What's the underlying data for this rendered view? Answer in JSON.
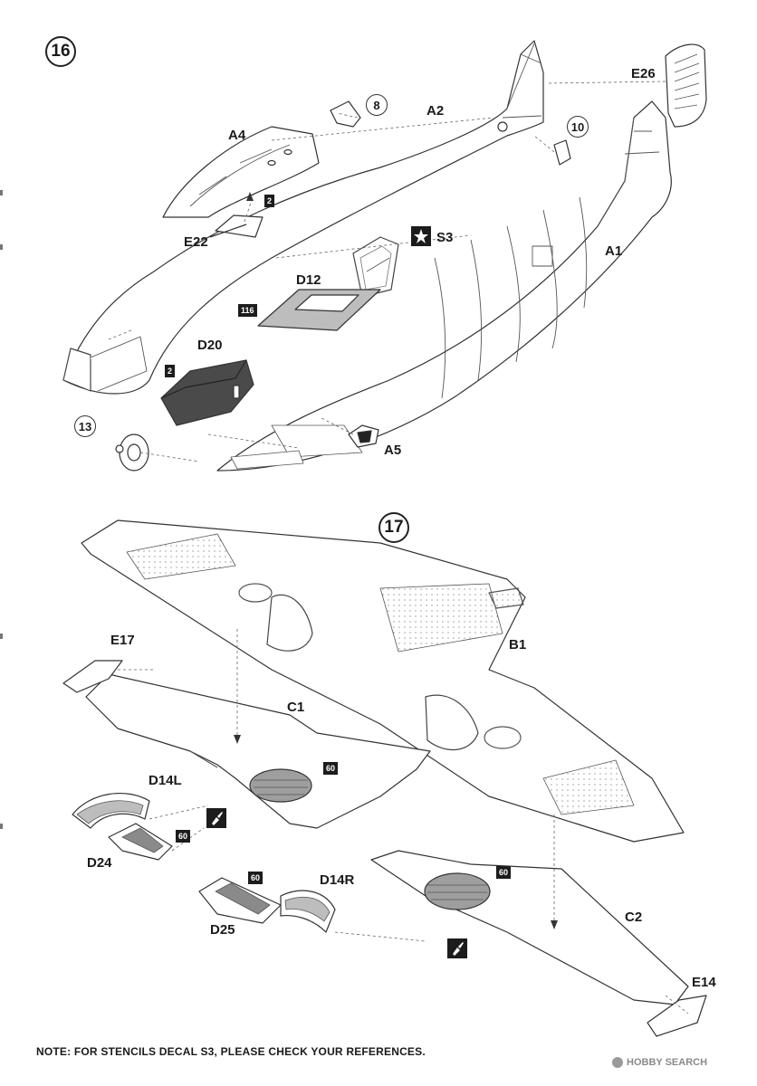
{
  "steps": [
    "16",
    "17"
  ],
  "callouts": [
    "8",
    "10",
    "13"
  ],
  "paint_codes": [
    "2",
    "116",
    "2",
    "60",
    "60",
    "60",
    "60"
  ],
  "decal_label": "S3",
  "parts_step16": [
    "A4",
    "A2",
    "E26",
    "E22",
    "D12",
    "A1",
    "D20",
    "A5"
  ],
  "parts_step17": [
    "B1",
    "E17",
    "C1",
    "D14L",
    "D24",
    "D14R",
    "D25",
    "C2",
    "E14"
  ],
  "note": "NOTE: FOR STENCILS DECAL S3, PLEASE CHECK YOUR REFERENCES.",
  "watermark": "HOBBY SEARCH",
  "colors": {
    "paint_box": "#1c1c1c",
    "part_fill": "#ffffff",
    "shaded_part": "#bdbdbd",
    "outline": "#333333"
  },
  "icons": [
    "star-decal-icon",
    "brush-paint-icon",
    "brush-paint-icon",
    "watermark-logo-icon"
  ]
}
